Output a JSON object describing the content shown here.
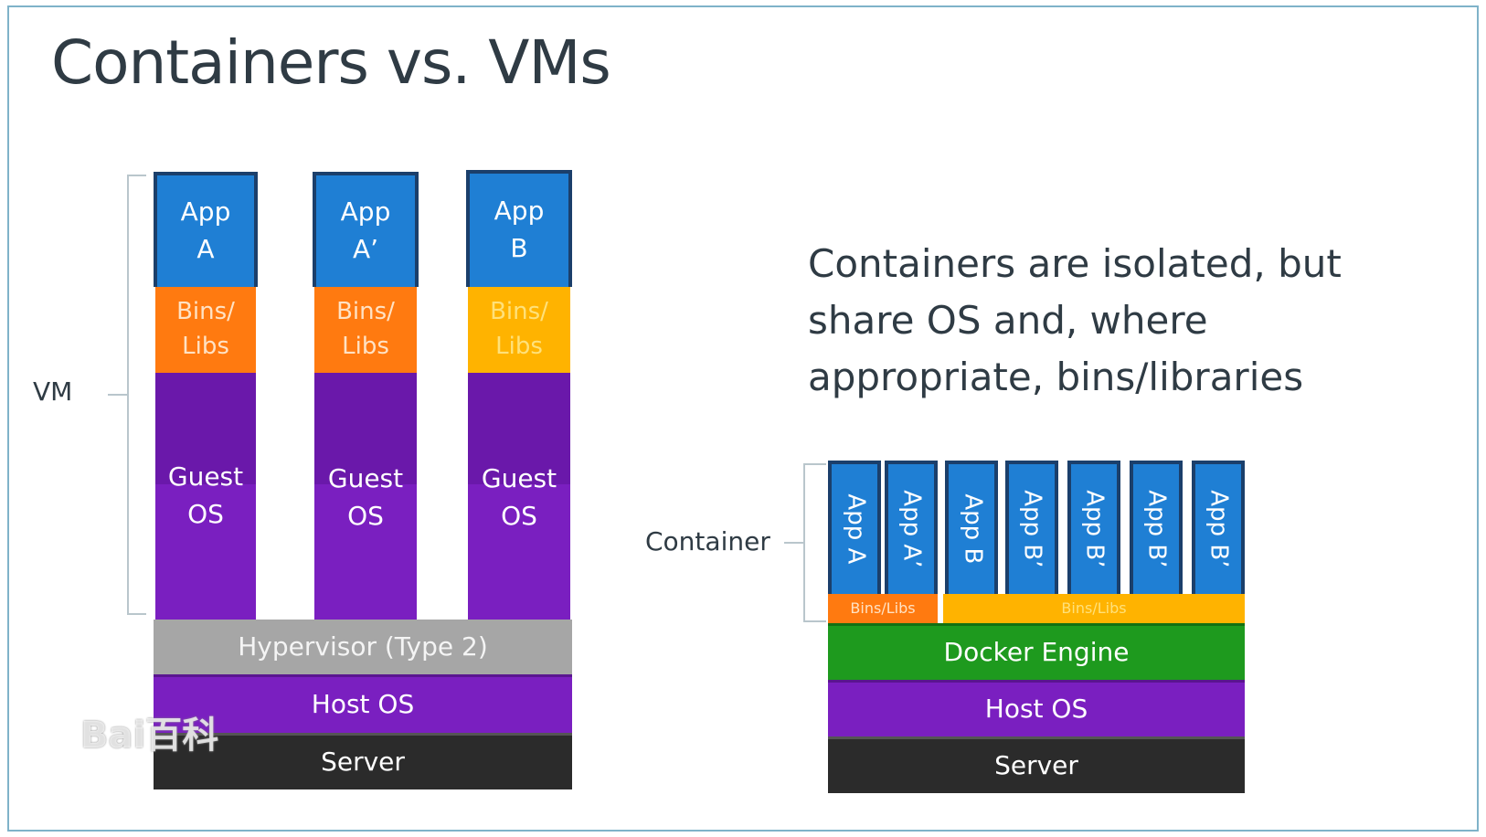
{
  "title": "Containers vs. VMs",
  "vm": {
    "bracket_label": "VM",
    "stacks": [
      {
        "app": "App\nA",
        "bins": "Bins/\nLibs",
        "bins_color": "#ff7a10",
        "guest": "Guest\nOS"
      },
      {
        "app": "App\nA’",
        "bins": "Bins/\nLibs",
        "bins_color": "#ff7a10",
        "guest": "Guest\nOS"
      },
      {
        "app": "App\nB",
        "bins": "Bins/\nLibs",
        "bins_color": "#ffb300",
        "guest": "Guest\nOS"
      }
    ],
    "hypervisor": "Hypervisor (Type 2)",
    "host_os": "Host OS",
    "server": "Server"
  },
  "containers": {
    "bracket_label": "Container",
    "apps": [
      "App A",
      "App A’",
      "App B",
      "App B’",
      "App B’",
      "App B’",
      "App B’"
    ],
    "bins_left": "Bins/Libs",
    "bins_right": "Bins/Libs",
    "docker": "Docker Engine",
    "host_os": "Host OS",
    "server": "Server"
  },
  "note": "Containers are isolated, but share OS and, where appropriate, bins/libraries",
  "watermark": "Bai百科",
  "colors": {
    "app": "#1f7fd4",
    "app_border": "#1b3f6b",
    "bins_orange": "#ff7a10",
    "bins_yellow": "#ffb300",
    "guest_os": "#7a1fc0",
    "hypervisor": "#a6a6a6",
    "docker": "#1e9a1e",
    "server": "#2b2b2b"
  }
}
